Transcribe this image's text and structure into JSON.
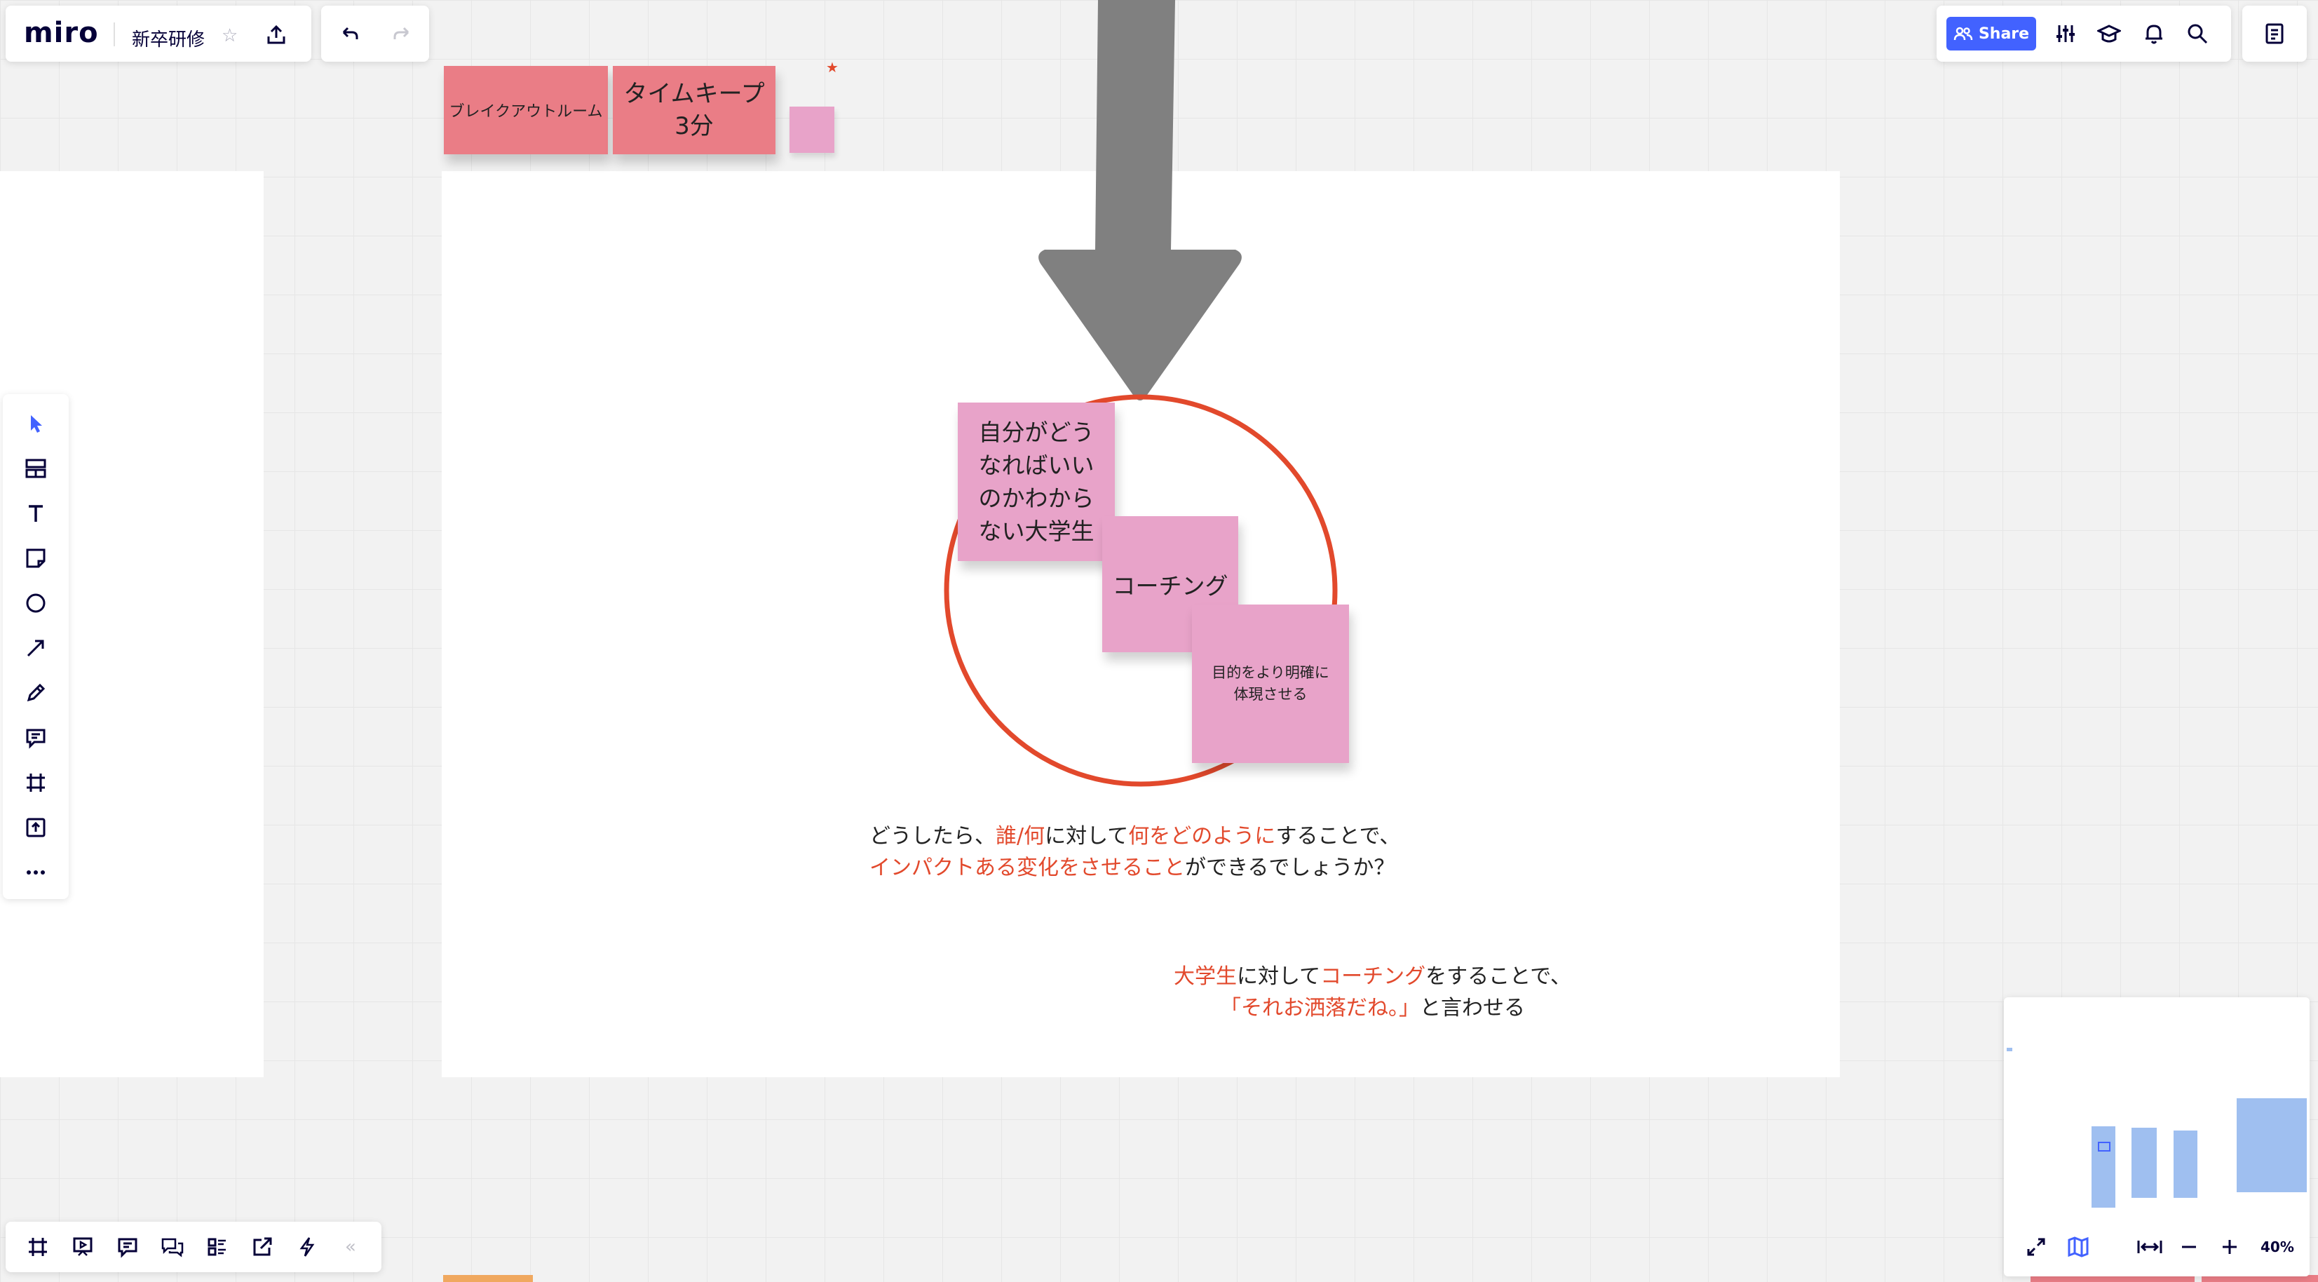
{
  "topbar": {
    "logo": "miro",
    "board_title": "新卒研修",
    "share_label": "Share"
  },
  "zoom": {
    "level": "40%"
  },
  "board": {
    "sticky_breakout": "ブレイクアウトルーム",
    "sticky_timekeep": "タイムキープ\n3分",
    "sticky_student": "自分がどう\nなればいい\nのかわから\nない大学生",
    "sticky_coaching": "コーチング",
    "sticky_purpose": "目的をより明確に\n体現させる",
    "question": {
      "l1_a": "どうしたら、",
      "l1_b": "誰/何",
      "l1_c": "に対して",
      "l1_d": "何をどのように",
      "l1_e": "することで、",
      "l2_a": "インパクトある変化をさせること",
      "l2_b": "ができるでしょうか？"
    },
    "answer": {
      "l1_a": "大学生",
      "l1_b": "に対して",
      "l1_c": "コーチング",
      "l1_d": "をすることで、",
      "l2_a": "「それお洒落だね。」",
      "l2_b": "と言わせる"
    }
  },
  "colors": {
    "accent": "#e2492c",
    "share_button": "#4262ff",
    "sticky_red": "#ea7d86",
    "sticky_pink": "#e8a3c9",
    "arrow": "#808080"
  }
}
